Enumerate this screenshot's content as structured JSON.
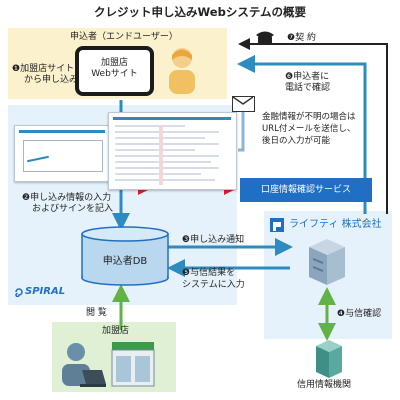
{
  "title": "クレジット申し込みWebシステムの概要",
  "user_header": "申込者（エンドユーザー）",
  "step1_line1": "❶加盟店サイト",
  "step1_line2": "から申し込み",
  "tablet_line1": "加盟店",
  "tablet_line2": "Webサイト",
  "step7": "❼契 約",
  "step6_line1": "❻申込者に",
  "step6_line2": "電話で確認",
  "mail_note_line1": "金融情報が不明の場合は",
  "mail_note_line2": "URL付メールを送信し、",
  "mail_note_line3": "後日の入力が可能",
  "step2_line1": "❷申し込み情報の入力",
  "step2_line2": "およびサインを記入",
  "bank_service": "口座情報確認サービス",
  "lifety_name": "ライフティ 株式会社",
  "step3": "❸申し込み通知",
  "db_label": "申込者DB",
  "step5_line1": "❺与信結果を",
  "step5_line2": "システムに入力",
  "spiral_logo": "SPIRAL",
  "browse": "閲 覧",
  "step4": "❹与信確認",
  "merchant": "加盟店",
  "credit_bureau": "信用情報機関",
  "colors": {
    "blue": "#1f6fc4",
    "teal": "#2e8bc0",
    "red": "#d9232d",
    "green": "#62b246",
    "yellow_bg": "#fbf1cc",
    "light_blue_bg": "#e6f2fb",
    "green_bg": "#dff0d4"
  },
  "icons": [
    "person-icon",
    "tablet-icon",
    "phone-icon",
    "mail-icon",
    "database-icon",
    "server-icon",
    "building-icon",
    "shop-icon",
    "laptop-user-icon",
    "lifety-logo-icon",
    "spiral-swirl-icon"
  ]
}
